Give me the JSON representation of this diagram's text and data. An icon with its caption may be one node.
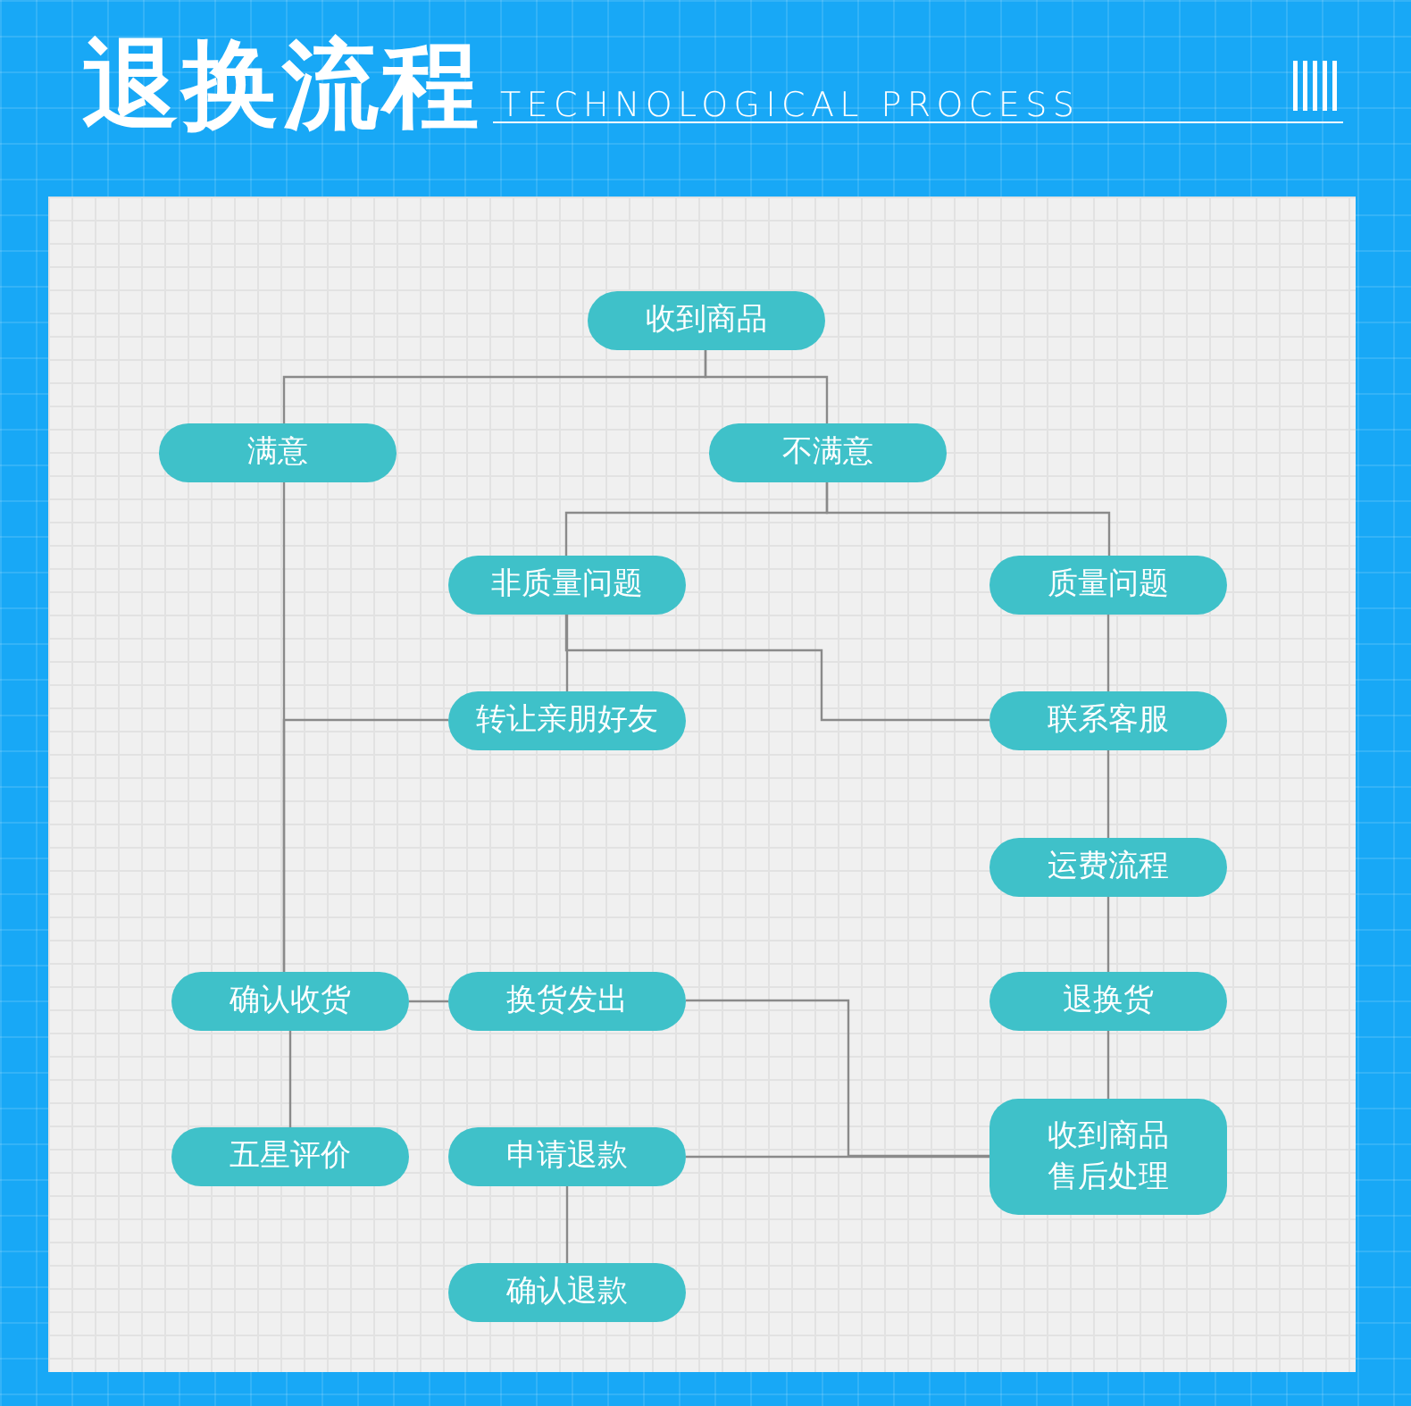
{
  "diagram": {
    "title": "退换流程",
    "nodes": [
      {
        "text": [
          "收到商品"
        ]
      },
      {
        "text": [
          "满意"
        ]
      },
      {
        "text": [
          "不满意"
        ]
      },
      {
        "text": [
          "非质量问题"
        ]
      },
      {
        "text": [
          "质量问题"
        ]
      },
      {
        "text": [
          "转让亲朋好友"
        ]
      },
      {
        "text": [
          "联系客服"
        ]
      },
      {
        "text": [
          "运费流程"
        ]
      },
      {
        "text": [
          "确认收货"
        ]
      },
      {
        "text": [
          "换货发出"
        ]
      },
      {
        "text": [
          "退换货"
        ]
      },
      {
        "text": [
          "收到商品售后处理"
        ]
      },
      {
        "text": [
          "五星评价"
        ]
      },
      {
        "text": [
          "申请退款"
        ]
      },
      {
        "text": [
          "确认退款"
        ]
      }
    ],
    "edges": [
      {
        "from": 0,
        "to": 1,
        "arrow": "none"
      },
      {
        "from": 0,
        "to": 2,
        "arrow": "none"
      },
      {
        "from": 2,
        "to": 3,
        "arrow": "none"
      },
      {
        "from": 2,
        "to": 4,
        "arrow": "none"
      },
      {
        "from": 3,
        "to": 5,
        "arrow": "none"
      },
      {
        "from": 3,
        "to": 6,
        "arrow": "none"
      },
      {
        "from": 4,
        "to": 6,
        "arrow": "none"
      },
      {
        "from": 1,
        "to": 8,
        "arrow": "none"
      },
      {
        "from": 5,
        "to": 8,
        "arrow": "none"
      },
      {
        "from": 6,
        "to": 7,
        "arrow": "none"
      },
      {
        "from": 8,
        "to": 9,
        "arrow": "none"
      },
      {
        "from": 8,
        "to": 12,
        "arrow": "none"
      },
      {
        "from": 7,
        "to": 10,
        "arrow": "none"
      },
      {
        "from": 10,
        "to": 11,
        "arrow": "none"
      },
      {
        "from": 11,
        "to": 9,
        "arrow": "none"
      },
      {
        "from": 11,
        "to": 13,
        "arrow": "none"
      },
      {
        "from": 13,
        "to": 14,
        "arrow": "none"
      }
    ],
    "labels": [
      "TECHNOLOGICAL PROCESS"
    ]
  }
}
